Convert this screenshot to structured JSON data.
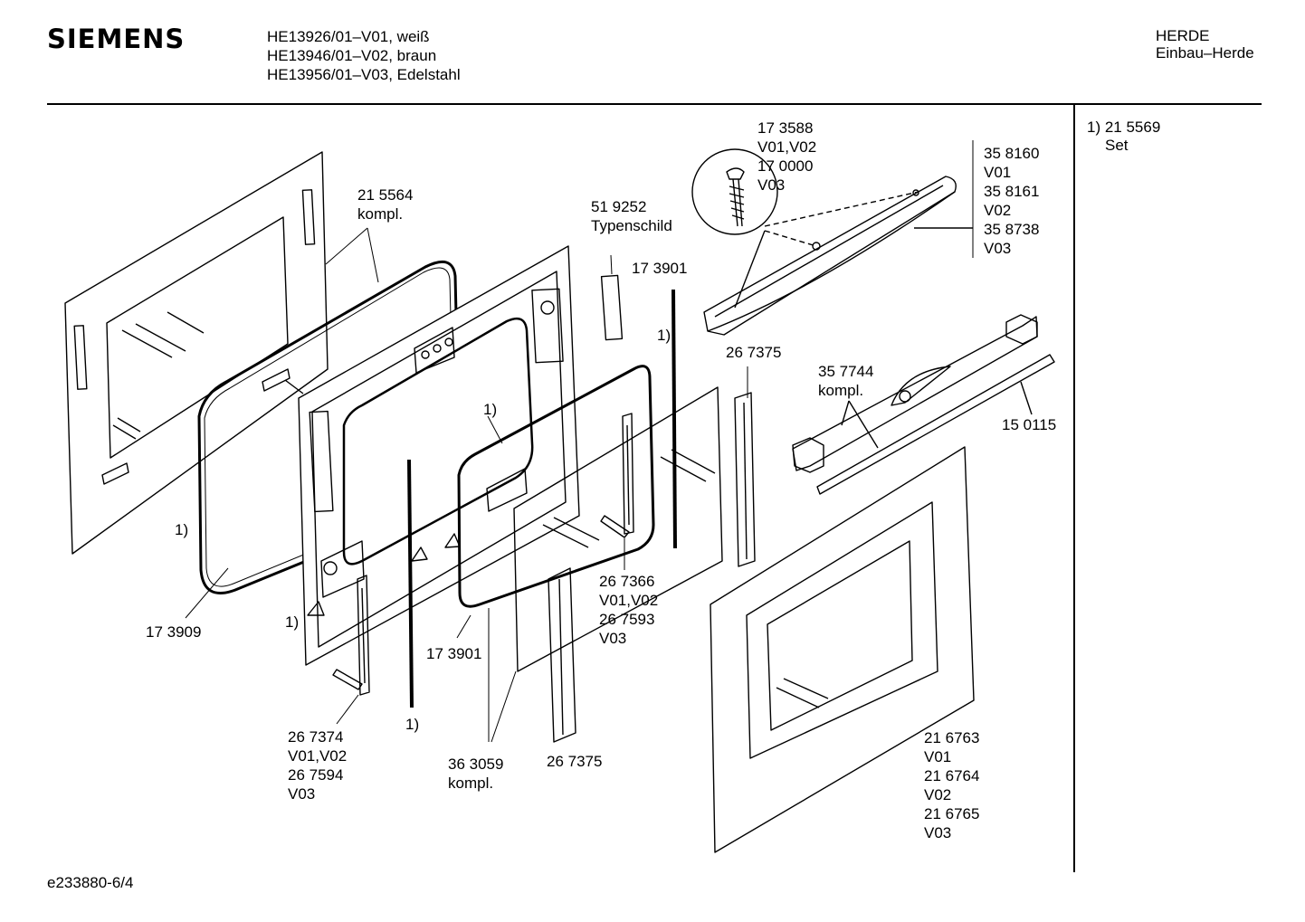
{
  "header": {
    "brand": "SIEMENS",
    "models": [
      "HE13926/01–V01, weiß",
      "HE13946/01–V02, braun",
      "HE13956/01–V03, Edelstahl"
    ],
    "category": [
      "HERDE",
      "Einbau–Herde"
    ]
  },
  "note": {
    "ref": "1) 21 5569",
    "text": "Set"
  },
  "document_id": "e233880-6/4",
  "labels": {
    "l215564": [
      "21 5564",
      "kompl."
    ],
    "l519252": [
      "51 9252",
      "Typenschild"
    ],
    "l173588": [
      "17 3588",
      "V01,V02",
      "17 0000",
      "V03"
    ],
    "l358160": [
      "35 8160",
      "V01",
      "35 8161",
      "V02",
      "35 8738",
      "V03"
    ],
    "l173901a": [
      "17 3901"
    ],
    "fn1a": [
      "1)"
    ],
    "l267375a": [
      "26 7375"
    ],
    "l357744": [
      "35 7744",
      "kompl."
    ],
    "l150115": [
      "15 0115"
    ],
    "fn1b": [
      "1)"
    ],
    "fn1c": [
      "1)"
    ],
    "l173909": [
      "17 3909"
    ],
    "fn1d": [
      "1)"
    ],
    "l267366": [
      "26 7366",
      "V01,V02",
      "26 7593",
      "V03"
    ],
    "l173901b": [
      "17 3901"
    ],
    "fn1e": [
      "1)"
    ],
    "l267374": [
      "26 7374",
      "V01,V02",
      "26 7594",
      "V03"
    ],
    "l363059": [
      "36 3059",
      "kompl."
    ],
    "l267375b": [
      "26 7375"
    ],
    "l216763": [
      "21 6763",
      "V01",
      "21 6764",
      "V02",
      "21 6765",
      "V03"
    ]
  }
}
